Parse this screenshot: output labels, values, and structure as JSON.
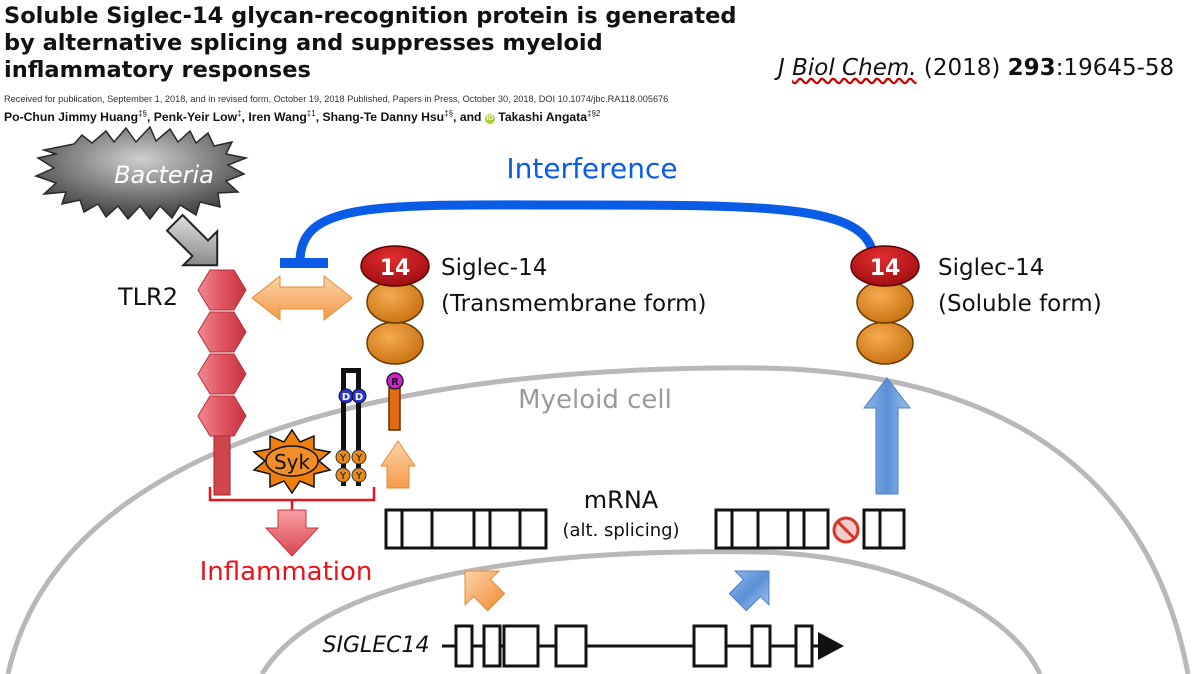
{
  "header": {
    "title": "Soluble Siglec-14 glycan-recognition protein is generated by alternative splicing and suppresses myeloid inflammatory responses",
    "received": "Received for publication, September 1, 2018, and in revised form, October 19, 2018   Published, Papers in Press, October 30, 2018, DOI 10.1074/jbc.RA118.005676",
    "authors": [
      {
        "name": "Po-Chun Jimmy Huang",
        "aff": "‡§"
      },
      {
        "name": "Penk-Yeir Low",
        "aff": "‡"
      },
      {
        "name": "Iren Wang",
        "aff": "‡1"
      },
      {
        "name": "Shang-Te Danny Hsu",
        "aff": "‡§"
      },
      {
        "name": "Takashi Angata",
        "aff": "‡§2"
      }
    ],
    "author_and": "and",
    "citation": {
      "journal_j": "J",
      "journal_rest": "Biol Chem.",
      "year": "(2018)",
      "volume": "293",
      "pages": ":19645-58"
    }
  },
  "diagram": {
    "bacteria": "Bacteria",
    "interference": "Interference",
    "tlr2": "TLR2",
    "siglec_tm_name": "Siglec-14",
    "siglec_tm_form": "(Transmembrane form)",
    "siglec_sol_name": "Siglec-14",
    "siglec_sol_form": "(Soluble form)",
    "badge": "14",
    "myeloid_cell": "Myeloid cell",
    "mrna": "mRNA",
    "alt_splicing": "(alt. splicing)",
    "syk": "Syk",
    "inflammation": "Inflammation",
    "gene": "SIGLEC14",
    "d_letter": "D",
    "r_letter": "R",
    "y_letter": "Y"
  },
  "colors": {
    "interference_blue": "#0a5ce6",
    "inflammation_red": "#e8141c",
    "orange_arrow": "#f7a65a",
    "blue_arrow": "#6c9fd8",
    "ig_domain": "#e58a1c",
    "v_domain": "#c41016",
    "tlr2_pink": "#e05560"
  }
}
